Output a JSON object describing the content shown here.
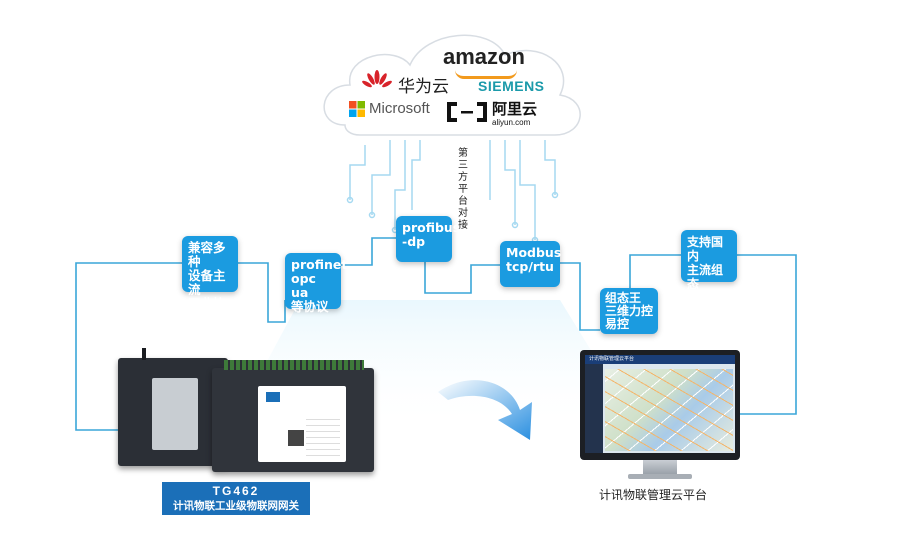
{
  "cloud": {
    "brands": {
      "amazon": "amazon",
      "huawei": "华为云",
      "siemens": "SIEMENS",
      "microsoft": "Microsoft",
      "aliyun": "阿里云",
      "aliyun_sub": "aliyun.com"
    },
    "vertical_label": "第三方平台对接"
  },
  "boxes": {
    "protocols": "兼容多种\n设备主流\n工业协议",
    "profinet": "profinet\nopc ua\n等协议",
    "profibus": "profibus\n-dp",
    "modbus": "Modbus\ntcp/rtu",
    "config": "组态王\n三维力控\n易控",
    "support": "支持国内\n主流组态\n软件"
  },
  "device": {
    "model": "TG462",
    "name": "计讯物联工业级物联网网关"
  },
  "platform": {
    "label": "计讯物联管理云平台",
    "screen_title": "计讯物联管理云平台"
  },
  "colors": {
    "accent": "#1b9be0",
    "line": "#3aa6d9",
    "device": "#2b2f36"
  }
}
